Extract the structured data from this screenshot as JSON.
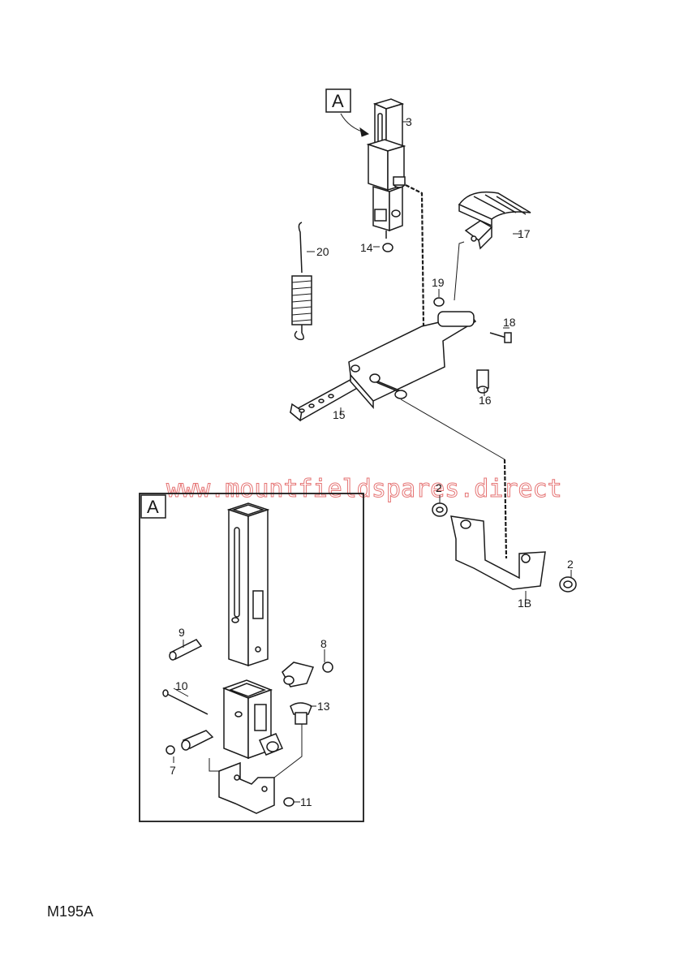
{
  "diagram_code": "M195A",
  "watermark": "www.mountfieldspares.direct",
  "detail_label": "A",
  "callouts": {
    "p3": "3",
    "p14": "14",
    "p20": "20",
    "p17": "17",
    "p19": "19",
    "p18": "18",
    "p16": "16",
    "p15": "15",
    "p2a": "2",
    "p2b": "2",
    "p1B": "1B",
    "p9": "9",
    "p8": "8",
    "p10": "10",
    "p13": "13",
    "p7": "7",
    "p11": "11"
  }
}
